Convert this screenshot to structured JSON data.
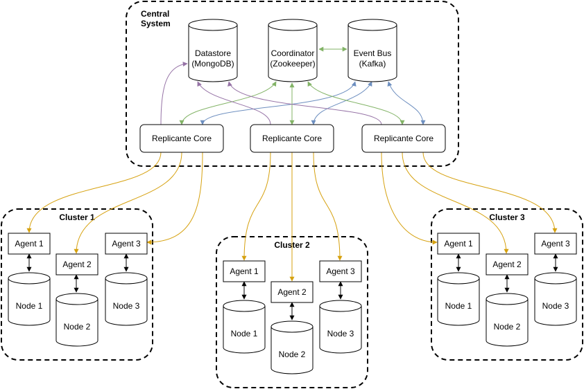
{
  "central": {
    "title_line1": "Central",
    "title_line2": "System",
    "datastore": {
      "line1": "Datastore",
      "line2": "(MongoDB)"
    },
    "coordinator": {
      "line1": "Coordinator",
      "line2": "(Zookeeper)"
    },
    "eventbus": {
      "line1": "Event Bus",
      "line2": "(Kafka)"
    },
    "cores": [
      "Replicante Core",
      "Replicante Core",
      "Replicante Core"
    ]
  },
  "clusters": [
    {
      "title": "Cluster 1",
      "agents": [
        "Agent 1",
        "Agent 2",
        "Agent 3"
      ],
      "nodes": [
        "Node 1",
        "Node 2",
        "Node 3"
      ]
    },
    {
      "title": "Cluster 2",
      "agents": [
        "Agent 1",
        "Agent 2",
        "Agent 3"
      ],
      "nodes": [
        "Node 1",
        "Node 2",
        "Node 3"
      ]
    },
    {
      "title": "Cluster 3",
      "agents": [
        "Agent 1",
        "Agent 2",
        "Agent 3"
      ],
      "nodes": [
        "Node 1",
        "Node 2",
        "Node 3"
      ]
    }
  ],
  "colors": {
    "agent_links": "#d6a10f",
    "coordinator_links": "#82b366",
    "eventbus_links": "#6c8ebf",
    "datastore_links": "#9673a6"
  }
}
